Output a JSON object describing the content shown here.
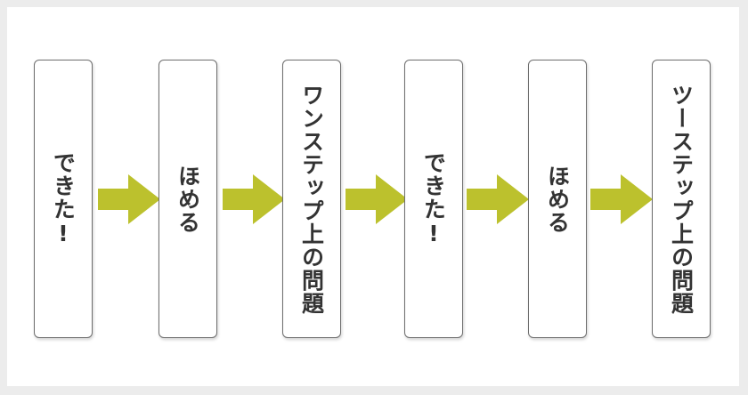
{
  "diagram": {
    "steps": [
      {
        "label": "できた!"
      },
      {
        "label": "ほめる"
      },
      {
        "label": "ワンステップ上の問題"
      },
      {
        "label": "できた!"
      },
      {
        "label": "ほめる"
      },
      {
        "label": "ツーステップ上の問題"
      }
    ],
    "arrow_color": "#bcc12d",
    "box_border_color": "#6e6e6e",
    "text_color": "#333333"
  }
}
